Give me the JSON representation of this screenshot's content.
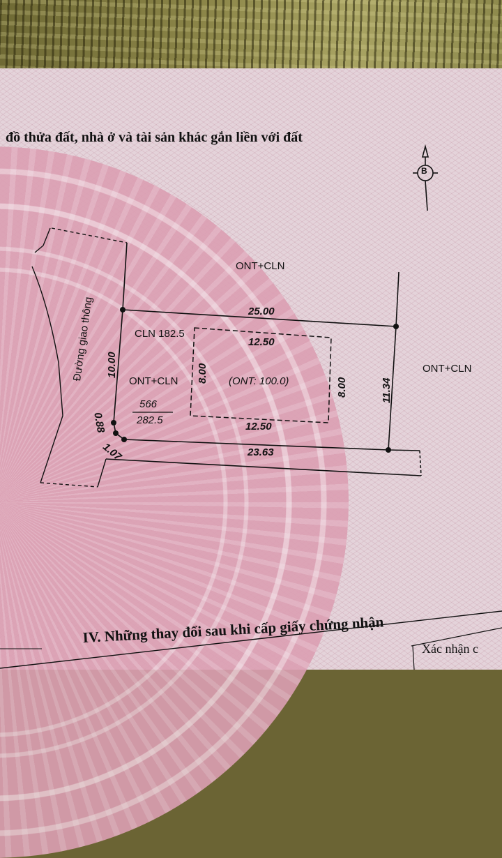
{
  "document": {
    "header_title": "đồ thửa đất, nhà ở và tài sản khác gắn liền với đất",
    "north_arrow": {
      "icon": "north-arrow-icon",
      "letter": "B"
    },
    "section_title": "IV. Những thay đổi sau khi cấp giấy chứng nhận",
    "confirm_column_label": "Xác nhận c"
  },
  "plot_map": {
    "neighbors": {
      "top": "ONT+CLN",
      "right": "ONT+CLN",
      "left_road": "Đường giao thông"
    },
    "parcel": {
      "land_type_cln": "CLN 182.5",
      "land_type_mixed": "ONT+CLN",
      "parcel_number": "566",
      "area": "282.5",
      "house_area_label": "(ONT: 100.0)"
    },
    "dimensions": {
      "top_edge": "25.00",
      "bottom_edge": "23.63",
      "left_edge": "10.00",
      "right_edge": "11.34",
      "corner_1": "0.88",
      "corner_2": "1.07",
      "house_top": "12.50",
      "house_bottom": "12.50",
      "house_left": "8.00",
      "house_right": "8.00"
    }
  },
  "colors": {
    "paper_pink": "#e4d3da",
    "drum_pink": "#dc9fb3",
    "ink": "#111111",
    "mat_olive": "#8b8548"
  }
}
